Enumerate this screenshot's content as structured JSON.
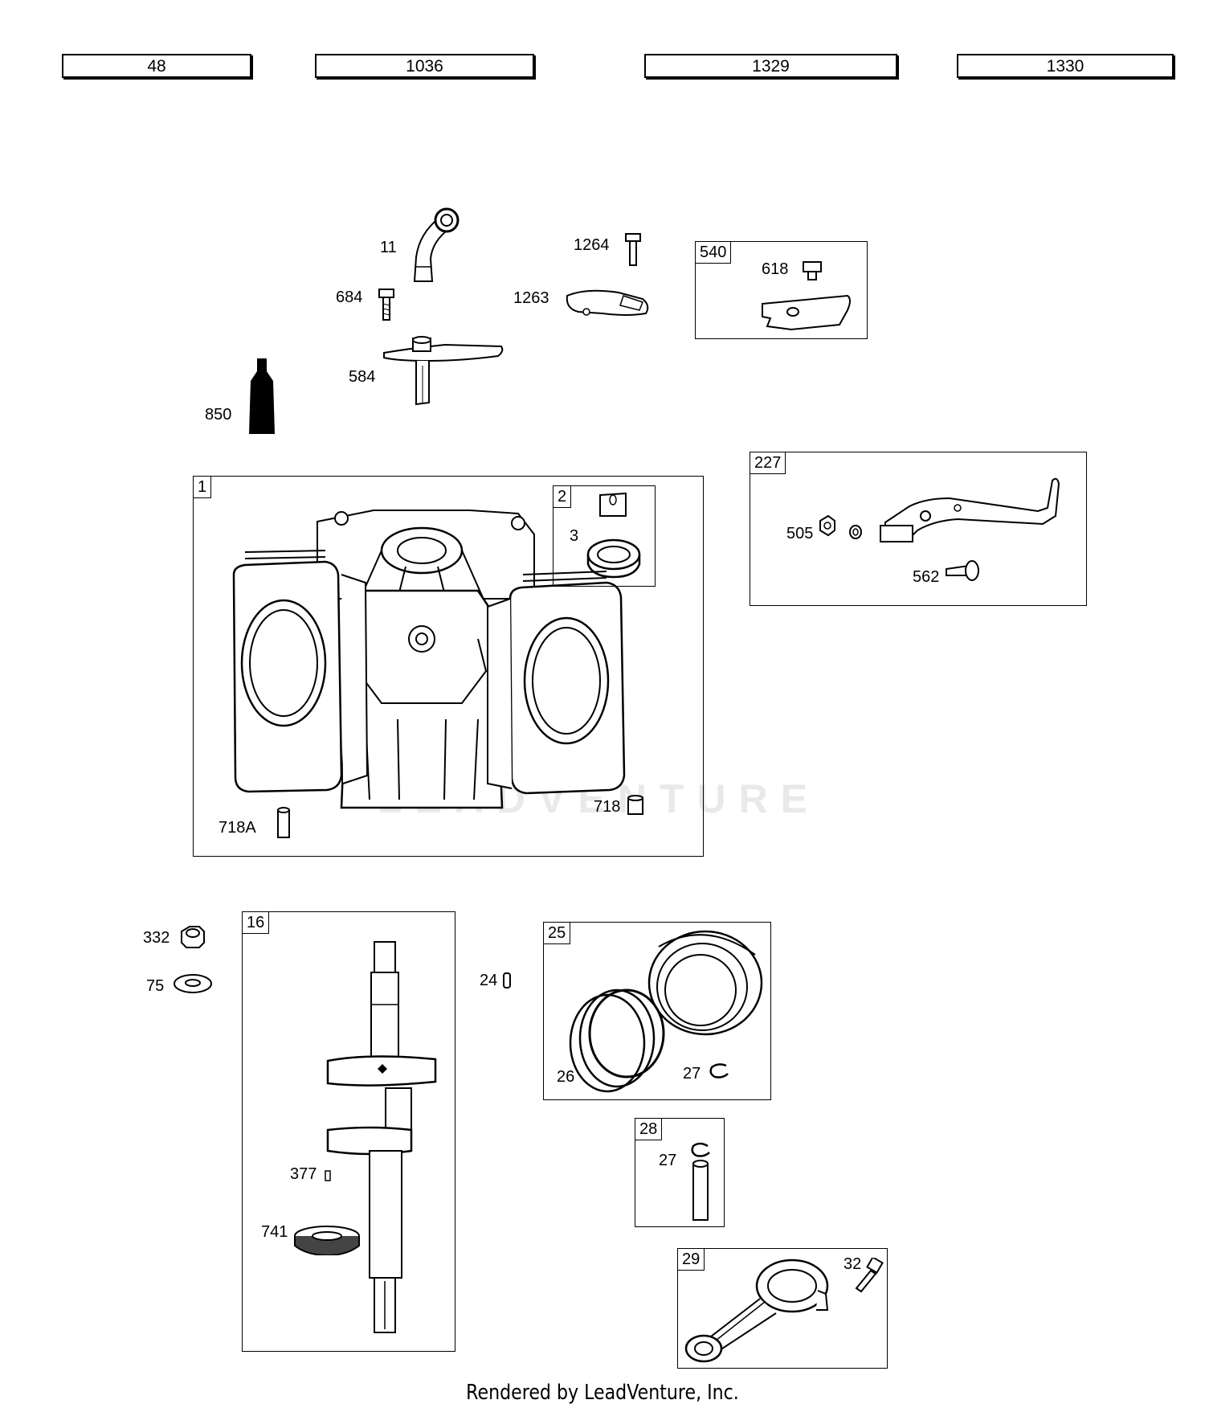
{
  "kit_buttons": [
    {
      "id": "48",
      "label": "48"
    },
    {
      "id": "1036",
      "label": "1036"
    },
    {
      "id": "1329",
      "label": "1329"
    },
    {
      "id": "1330",
      "label": "1330"
    }
  ],
  "callouts": {
    "p11": "11",
    "p684": "684",
    "p584": "584",
    "p850": "850",
    "p1264": "1264",
    "p1263": "1263",
    "box540": "540",
    "p618": "618",
    "box227": "227",
    "p505": "505",
    "p562": "562",
    "box1": "1",
    "box2": "2",
    "p3": "3",
    "p718A": "718A",
    "p718": "718",
    "p332": "332",
    "p75": "75",
    "box16": "16",
    "p377": "377",
    "p741": "741",
    "p24": "24",
    "box25": "25",
    "p26": "26",
    "p27a": "27",
    "box28": "28",
    "p27b": "27",
    "box29": "29",
    "p32": "32"
  },
  "watermark": "LEADVENTURE",
  "footer": "Rendered by LeadVenture, Inc."
}
